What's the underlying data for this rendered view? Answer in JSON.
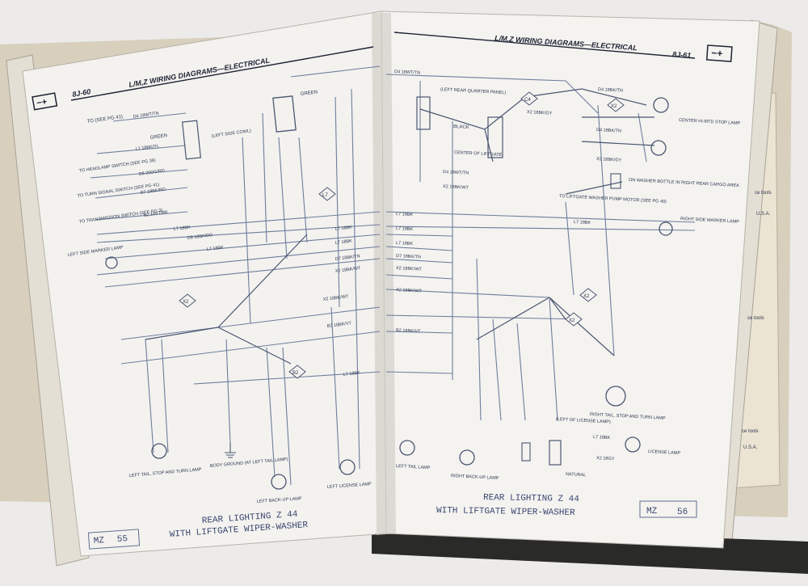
{
  "left_page": {
    "page_number": "8J-60",
    "header_title": "L/M,Z WIRING DIAGRAMS—ELECTRICAL",
    "footer_code": "MZ",
    "footer_number": "55",
    "footer_title_line1": "REAR LIGHTING Z 44",
    "footer_title_line2": "WITH LIFTGATE WIPER-WASHER",
    "labels": {
      "to_see_pg41": "TO (SEE PG 41)",
      "green_top": "GREEN",
      "green_conn": "GREEN",
      "left_side_cowl": "(LEFT SIDE COWL)",
      "to_headlamp": "TO HEADLAMP SWITCH (SEE PG 36)",
      "to_turn_signal": "TO TURN SIGNAL SWITCH (SEE PG 41)",
      "to_transmission": "TO TRANSMISSION SWITCH (SEE PG 3)",
      "left_side_marker": "LEFT SIDE MARKER LAMP",
      "left_tail": "LEFT TAIL, STOP AND TURN LAMP",
      "body_ground": "BODY GROUND (AT LEFT TAIL LAMP)",
      "left_backup": "LEFT BACK-UP LAMP",
      "left_license": "LEFT LICENSE LAMP"
    },
    "wires": [
      "D4 18WT/TN",
      "L7 18BK/YL",
      "D8 20DG/RD",
      "D7 18BK/RD",
      "B2 18VT/BK",
      "L7 18BK",
      "D8 18BK/DG",
      "L7 18BK",
      "X2 18BK/WT",
      "B2 18BK/VT",
      "L7 18BK",
      "L7 18BK",
      "D7 18BK/TN",
      "X2 18BK/WT",
      "L7 18BK"
    ],
    "badges": [
      "L7",
      "X2",
      "B2"
    ]
  },
  "right_page": {
    "page_number": "8J-61",
    "header_title": "L/M,Z WIRING DIAGRAMS—ELECTRICAL",
    "footer_code": "MZ",
    "footer_number": "56",
    "footer_title_line1": "REAR LIGHTING Z 44",
    "footer_title_line2": "WITH LIFTGATE WIPER-WASHER",
    "labels": {
      "left_rear_quarter": "(LEFT REAR QUARTER PANEL)",
      "black": "BLACK",
      "center_liftgate": "CENTER OF LIFTGATE",
      "center_hi_mtd": "CENTER HI-MTD STOP LAMP",
      "washer_bottle": "ON WASHER BOTTLE IN RIGHT REAR CARGO AREA",
      "liftgate_washer": "TO LIFTGATE WASHER PUMP MOTOR (SEE PG 40)",
      "right_side_marker": "RIGHT SIDE MARKER LAMP",
      "right_tail": "RIGHT TAIL, STOP AND TURN LAMP",
      "license_lamp": "LICENSE LAMP",
      "left_license": "(LEFT OF LICENSE LAMP)",
      "natural": "NATURAL",
      "left_tail_r": "LEFT TAIL LAMP",
      "right_backup": "RIGHT BACK-UP LAMP"
    },
    "wires": [
      "D4 18WT/TN",
      "D4 18BK/TN",
      "X2 18BK/GY",
      "D4 18BK/TN",
      "X2 18BK/GY",
      "D4 18WT/TN",
      "X2 18BK/WT",
      "L7 18BK",
      "L7 18BK",
      "L7 18BK",
      "L7 18BK",
      "D7 18BK/TN",
      "X2 18BK/WT",
      "X2 18BK/WT",
      "B2 18BK/VT",
      "L7 18BK",
      "X2 18GY"
    ],
    "badges": [
      "C4",
      "X2",
      "X2",
      "X2"
    ]
  },
  "right_edge_text": [
    "ce tools",
    "U.S.A.",
    "ce tools",
    "ce tools",
    "U.S.A."
  ],
  "colors": {
    "paper": "#f3f2ef",
    "ink_blue": "#5d6d90",
    "ink_dark": "#1d2233",
    "background": "#ecebea",
    "book_edge": "#d9d2c2",
    "black_bar": "#2a2a28"
  }
}
